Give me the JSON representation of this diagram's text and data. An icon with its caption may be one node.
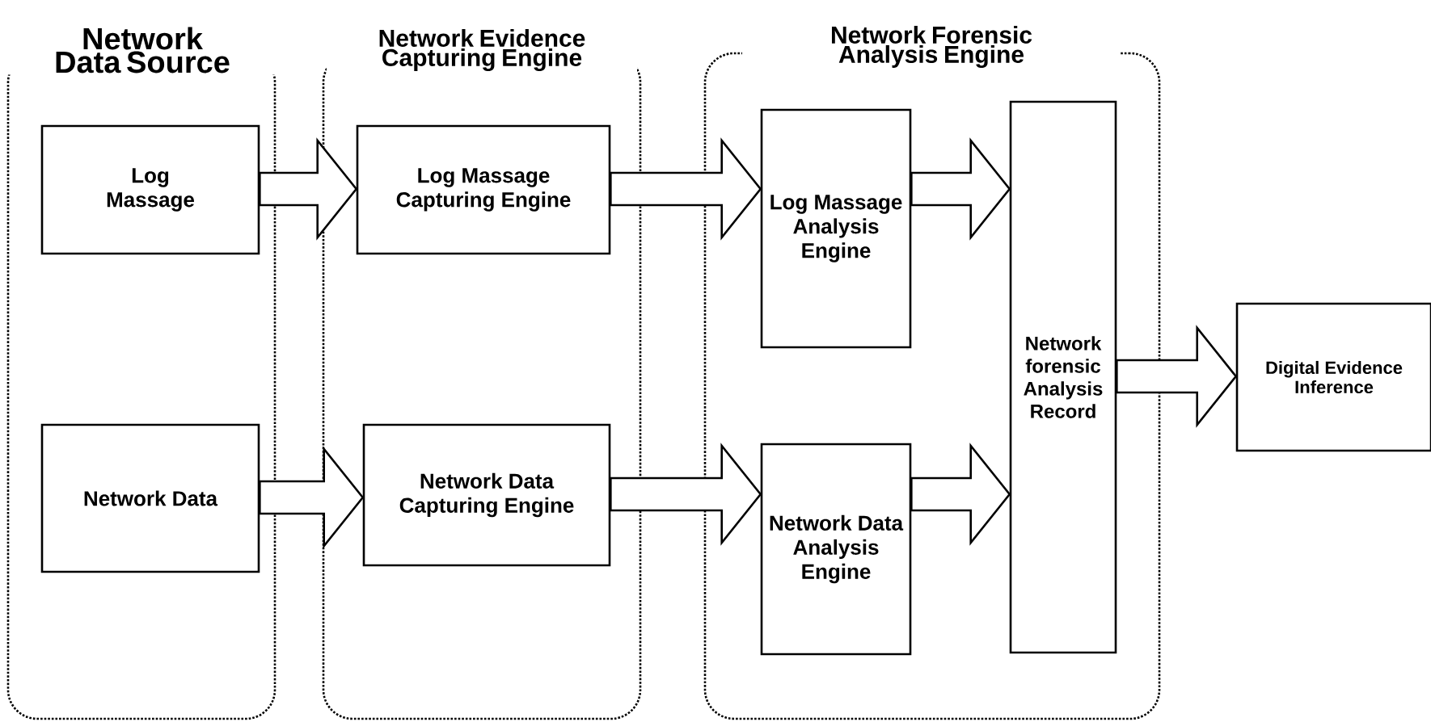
{
  "diagram": {
    "nodes": [
      {
        "text": [
          "Network Data Source"
        ]
      },
      {
        "text": [
          "Log Massage"
        ],
        "in": 0
      },
      {
        "text": [
          "Network Data"
        ],
        "in": 0
      },
      {
        "text": [
          "Network Evidence Capturing Engine"
        ]
      },
      {
        "text": [
          "Log Massage Capturing Engine"
        ],
        "in": 3
      },
      {
        "text": [
          "Network Data Capturing Engine"
        ],
        "in": 3
      },
      {
        "text": [
          "Network Forensic Analysis Engine"
        ]
      },
      {
        "text": [
          "Log Massage Analysis Engine"
        ],
        "in": 6
      },
      {
        "text": [
          "Network Data Analysis Engine"
        ],
        "in": 6
      },
      {
        "text": [
          "Network forensic Analysis Record"
        ],
        "in": 6
      },
      {
        "text": [
          "Digital Evidence Inference"
        ]
      }
    ],
    "edges": [
      {
        "from": 1,
        "to": 4,
        "arrow": "to"
      },
      {
        "from": 2,
        "to": 5,
        "arrow": "to"
      },
      {
        "from": 4,
        "to": 7,
        "arrow": "to"
      },
      {
        "from": 5,
        "to": 8,
        "arrow": "to"
      },
      {
        "from": 7,
        "to": 9,
        "arrow": "to"
      },
      {
        "from": 8,
        "to": 9,
        "arrow": "to"
      },
      {
        "from": 9,
        "to": 10,
        "arrow": "to"
      }
    ]
  }
}
